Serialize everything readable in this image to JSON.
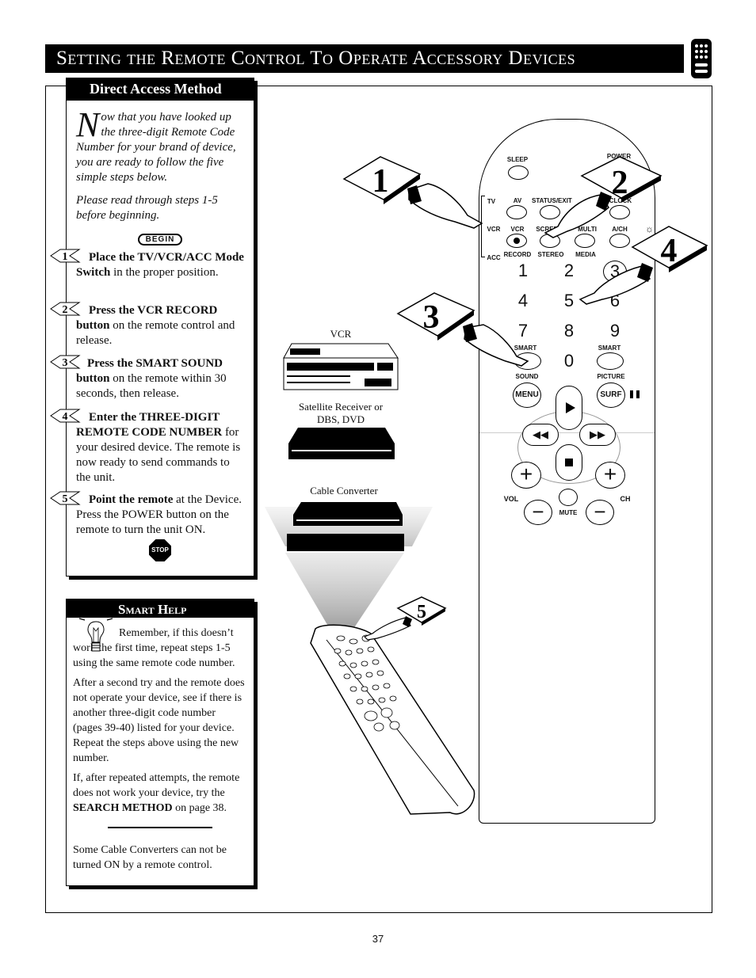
{
  "header": {
    "title": "Setting the Remote Control To Operate Accessory Devices"
  },
  "direct": {
    "heading": "Direct Access Method",
    "intro_cap": "N",
    "intro": "ow that you have looked up the three-digit Remote Code Number for your brand of device, you are ready to follow the five simple steps below.",
    "note": "Please read through steps 1-5 before beginning.",
    "begin": "BEGIN",
    "stop": "STOP",
    "steps": [
      {
        "num": "1",
        "bold": "Place the TV/VCR/ACC Mode Switch",
        "text": " in the proper position."
      },
      {
        "num": "2",
        "bold": "Press the VCR RECORD button",
        "text": " on the remote control and release."
      },
      {
        "num": "3",
        "bold": "Press the SMART SOUND button",
        "text": " on the remote within 30 seconds, then release."
      },
      {
        "num": "4",
        "bold": "Enter the THREE-DIGIT REMOTE CODE NUMBER",
        "text": " for your desired device. The remote is now ready to send commands to the unit."
      },
      {
        "num": "5",
        "bold": "Point the remote",
        "text": " at the Device. Press the POWER button on the remote to turn the unit ON."
      }
    ]
  },
  "help": {
    "heading": "Smart Help",
    "p1": "Remember, if this doesn’t work the first time, repeat steps 1-5 using the same remote code number.",
    "p2": "After a second try and the remote does not operate your device, see if there is another three-digit code number (pages 39-40) listed for your device. Repeat the steps above using the new number.",
    "p3a": "If, after repeated attempts, the remote does not work your device, try the ",
    "p3b": "SEARCH METHOD",
    "p3c": " on page 38.",
    "p4": "Some Cable Converters can not be turned ON by a remote control."
  },
  "devices": {
    "vcr": "VCR",
    "sat": "Satellite Receiver or DBS, DVD",
    "cable": "Cable Converter"
  },
  "remote": {
    "sleep": "SLEEP",
    "power": "POWER",
    "tv": "TV",
    "vcr_mode": "VCR",
    "acc": "ACC",
    "av": "AV",
    "status": "STATUS/EXIT",
    "clock": "CLOCK",
    "vcr": "VCR",
    "screen": "SCREEN",
    "multi": "MULTI",
    "ach": "A/CH",
    "record": "RECORD",
    "stereo": "STEREO",
    "media": "MEDIA",
    "smart1": "SMART",
    "smart2": "SMART",
    "sound": "SOUND",
    "picture": "PICTURE",
    "menu": "MENU",
    "surf": "SURF",
    "vol": "VOL",
    "ch": "CH",
    "mute": "MUTE",
    "digits": [
      "1",
      "2",
      "3",
      "4",
      "5",
      "6",
      "7",
      "8",
      "9",
      "0"
    ]
  },
  "callouts": [
    "1",
    "2",
    "3",
    "4",
    "5"
  ],
  "page": {
    "number": "37"
  }
}
